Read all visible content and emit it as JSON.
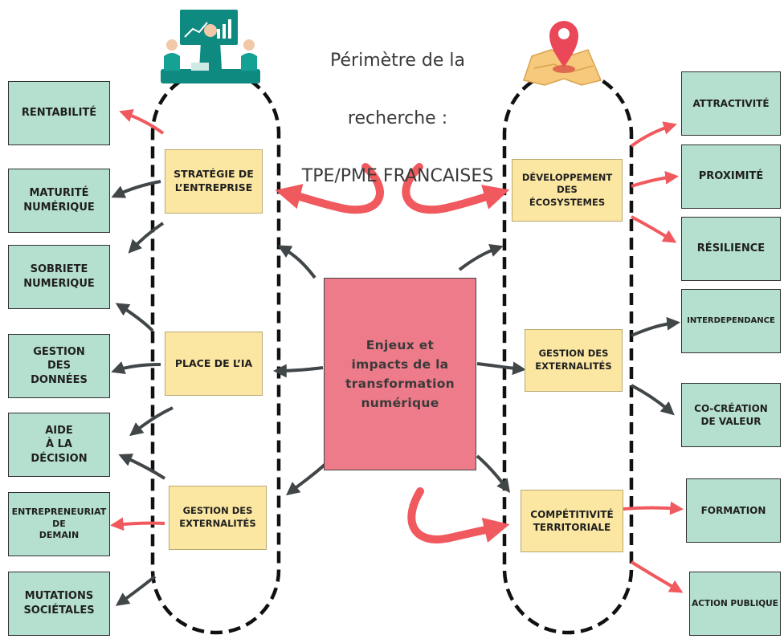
{
  "title": {
    "line1": "Périmètre de la",
    "line2": "recherche :",
    "line3": "TPE/PME FRANCAISES"
  },
  "center": {
    "label": "Enjeux et\nimpacts de la\ntransformation\nnumérique"
  },
  "left_column": {
    "themes": [
      {
        "label": "STRATÉGIE DE\nL’ENTREPRISE"
      },
      {
        "label": "PLACE DE L’IA"
      },
      {
        "label": "GESTION DES\nEXTERNALITÉS"
      }
    ],
    "outcomes": [
      {
        "label": "RENTABILITÉ"
      },
      {
        "label": "MATURITÉ\nNUMÉRIQUE"
      },
      {
        "label": "SOBRIETE\nNUMERIQUE"
      },
      {
        "label": "GESTION\nDES\nDONNÉES"
      },
      {
        "label": "AIDE\nÀ LA\nDÉCISION"
      },
      {
        "label": "ENTREPRENEURIAT\nDE\nDEMAIN"
      },
      {
        "label": "MUTATIONS\nSOCIÉTALES"
      }
    ]
  },
  "right_column": {
    "themes": [
      {
        "label": "DÉVELOPPEMENT\nDES\nÉCOSYSTEMES"
      },
      {
        "label": "GESTION DES\nEXTERNALITÉS"
      },
      {
        "label": "COMPÉTITIVITÉ\nTERRITORIALE"
      }
    ],
    "outcomes": [
      {
        "label": "ATTRACTIVITÉ"
      },
      {
        "label": "PROXIMITÉ"
      },
      {
        "label": "RÉSILIENCE"
      },
      {
        "label": "INTERDEPENDANCE"
      },
      {
        "label": "CO-CRÉATION\nDE VALEUR"
      },
      {
        "label": "FORMATION"
      },
      {
        "label": "ACTION PUBLIQUE"
      }
    ]
  },
  "colors": {
    "green_box": "#b5e0cf",
    "yellow_box": "#fbe7a1",
    "center_box": "#ee7b8a",
    "red_arrow": "#f0595e",
    "dark_arrow": "#414649",
    "illustration_teal": "#0f8a80"
  },
  "icons": {
    "left_illustration": "business-team-meeting-icon",
    "right_illustration": "map-location-pin-icon"
  }
}
